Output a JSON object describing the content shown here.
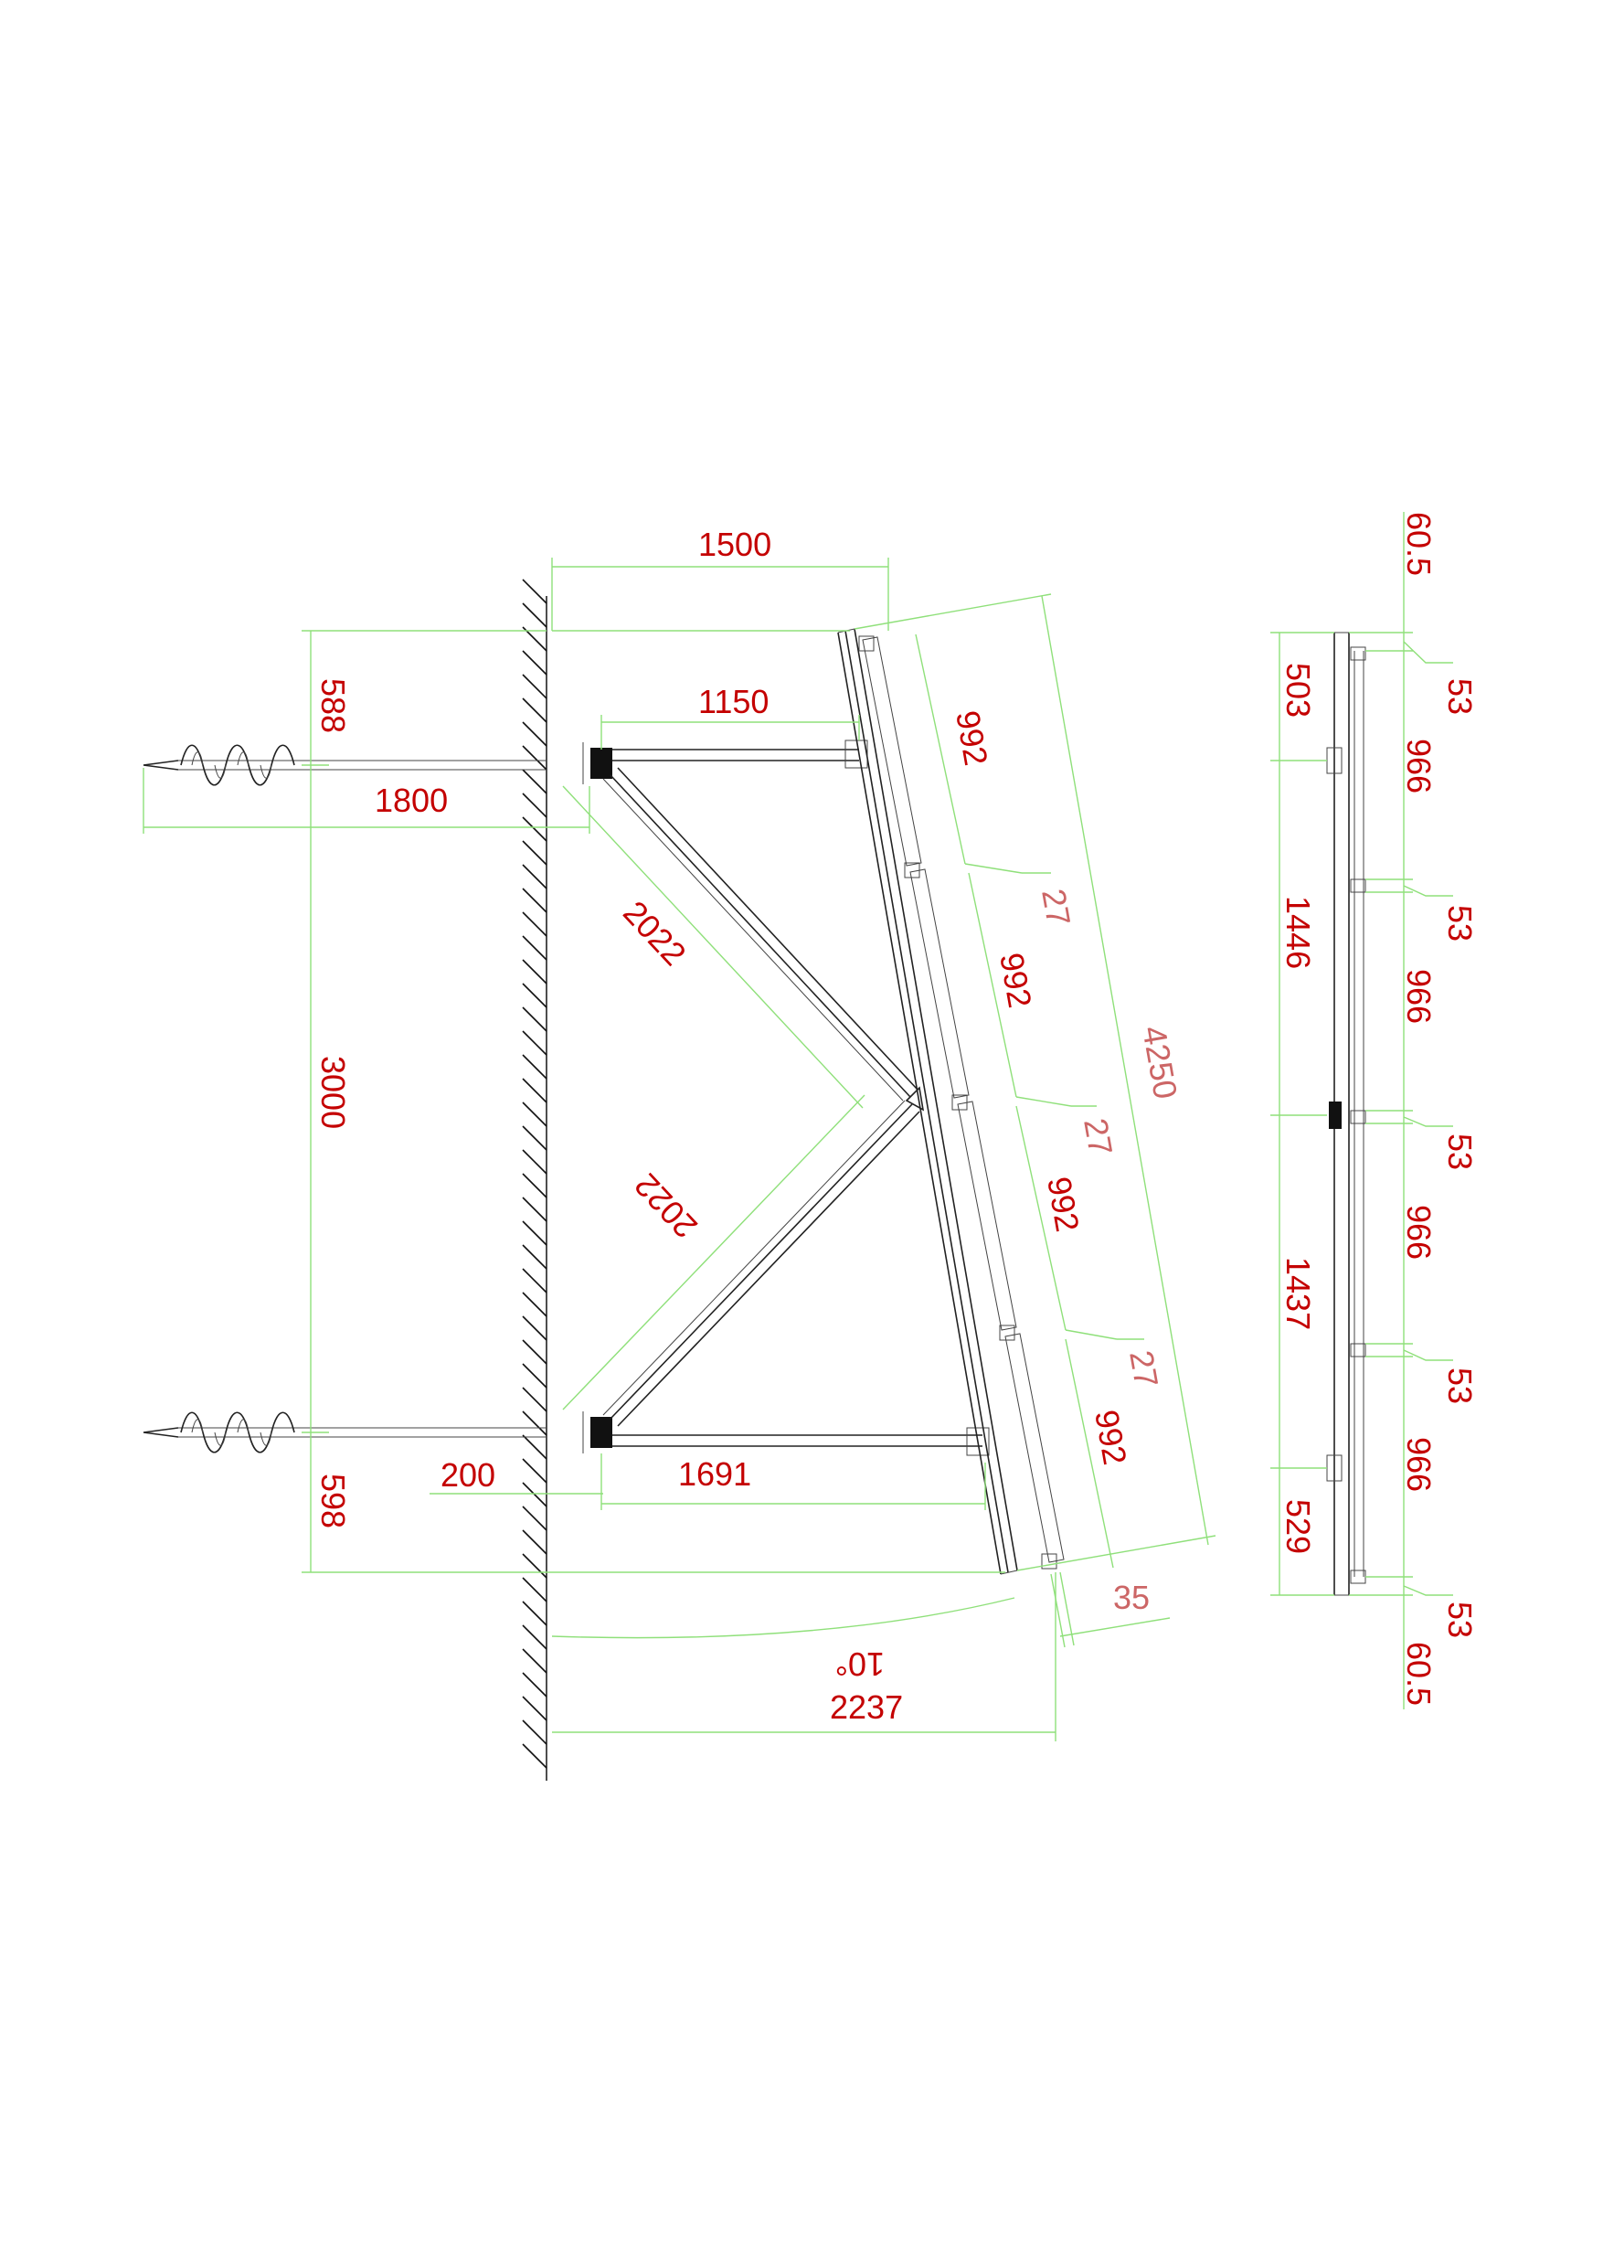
{
  "colors": {
    "dimension_text": "#c40000",
    "dimension_line": "#8fe07a",
    "structure": "#222222"
  },
  "labels": {
    "top_width": "1500",
    "upper_arm": "1150",
    "upper_offset": "588",
    "anchor_length": "1800",
    "upper_brace": "2022",
    "vertical_span": "3000",
    "lower_brace": "2022",
    "lower_offset": "598",
    "wall_offset": "200",
    "lower_arm": "1691",
    "panel_1": "992",
    "gap_1": "27",
    "panel_2": "992",
    "gap_2": "27",
    "panel_3": "992",
    "gap_3": "27",
    "panel_4": "992",
    "total_slope": "4250",
    "edge_offset": "35",
    "tilt_angle": "10°",
    "base_width": "2237",
    "side_top_margin": "60.5",
    "side_rail_1": "503",
    "side_rail_2": "1446",
    "side_rail_3": "1437",
    "side_rail_4": "529",
    "side_bottom_margin": "60.5",
    "side_panel_1": "966",
    "side_panel_2": "966",
    "side_panel_3": "966",
    "side_panel_4": "966",
    "side_gap_1": "53",
    "side_gap_2": "53",
    "side_gap_3": "53",
    "side_gap_4": "53",
    "side_gap_5": "53"
  }
}
